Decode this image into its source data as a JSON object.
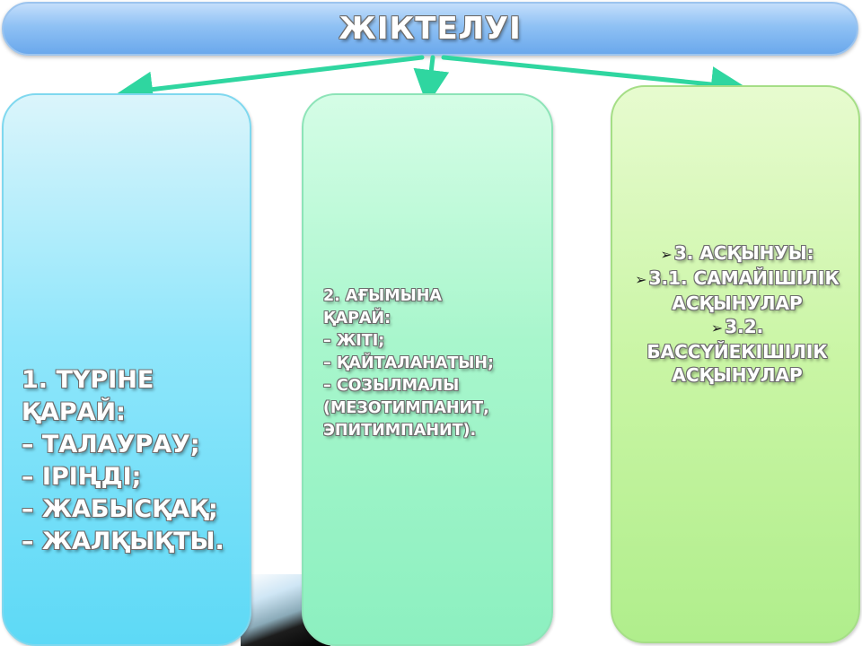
{
  "title": "ЖІКТЕЛУІ",
  "colors": {
    "title_fill": "#8fc1f4",
    "connector": "#2fd6a0",
    "card_1": "#8fe6fb",
    "card_2": "#a8f6cc",
    "card_3": "#c9f5a4",
    "text_outline": "#6d6d6d"
  },
  "card_1": {
    "lines": [
      "1. ТҮРІНЕ",
      "ҚАРАЙ:",
      "– ТАЛАУРАУ;",
      "– ІРІҢДІ;",
      "– ЖАБЫСҚАҚ;",
      "– ЖАЛҚЫҚТЫ."
    ]
  },
  "card_2": {
    "lines": [
      "2. АҒЫМЫНА",
      "ҚАРАЙ:",
      "– ЖІТІ;",
      "– ҚАЙТАЛАНАТЫН;",
      "– СОЗЫЛМАЛЫ",
      "(МЕЗОТИМПАНИТ,",
      "ЭПИТИМПАНИТ)."
    ]
  },
  "card_3": {
    "bullet_icon": "arrow-bullet-icon",
    "items": [
      "3. АСҚЫНУЫ:",
      "3.1. САМАЙІШІЛІК АСҚЫНУЛАР",
      "3.2. БАССҮЙЕКІШІЛІК АСҚЫНУЛАР"
    ]
  }
}
